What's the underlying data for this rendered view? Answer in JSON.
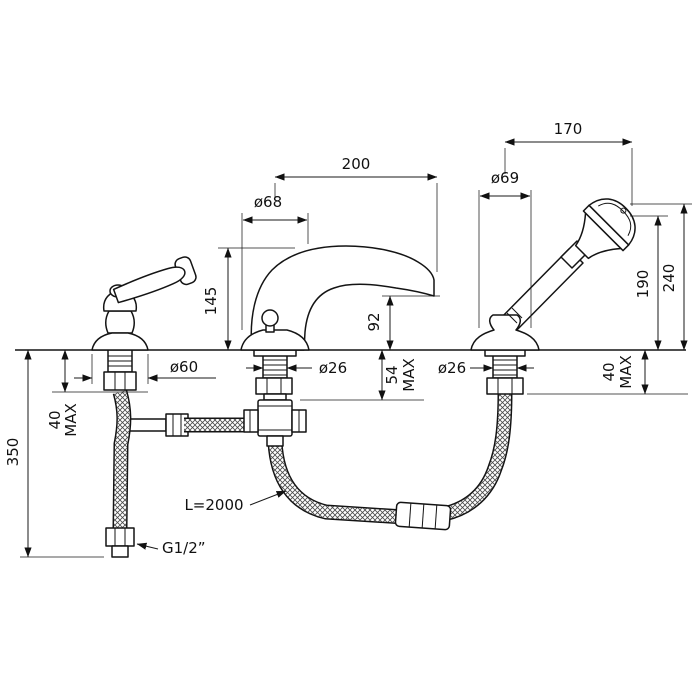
{
  "page": {
    "background": "#ffffff",
    "line_color": "#141414"
  },
  "drawing": {
    "kind": "deck-mounted bath mixer with hand shower — dimensional technical drawing",
    "dims": {
      "spout_reach": "200",
      "shower_span": "170",
      "spout_base_diameter": "ø68",
      "shower_base_diameter": "ø69",
      "spout_height": "145",
      "outlet_height": "92",
      "shower_height_inner": "190",
      "shower_height_outer": "240",
      "handle_base_diameter": "ø60",
      "spout_hole_diameter": "ø26",
      "shower_hole_diameter": "ø26",
      "spout_deck_thickness": "54",
      "spout_deck_thickness_suffix": "MAX",
      "handle_deck_thickness": "40",
      "handle_deck_thickness_suffix": "MAX",
      "shower_deck_thickness": "40",
      "shower_deck_thickness_suffix": "MAX",
      "supply_hose_drop": "350",
      "shower_hose_length": "L=2000",
      "connection_thread": "G1/2”"
    }
  }
}
